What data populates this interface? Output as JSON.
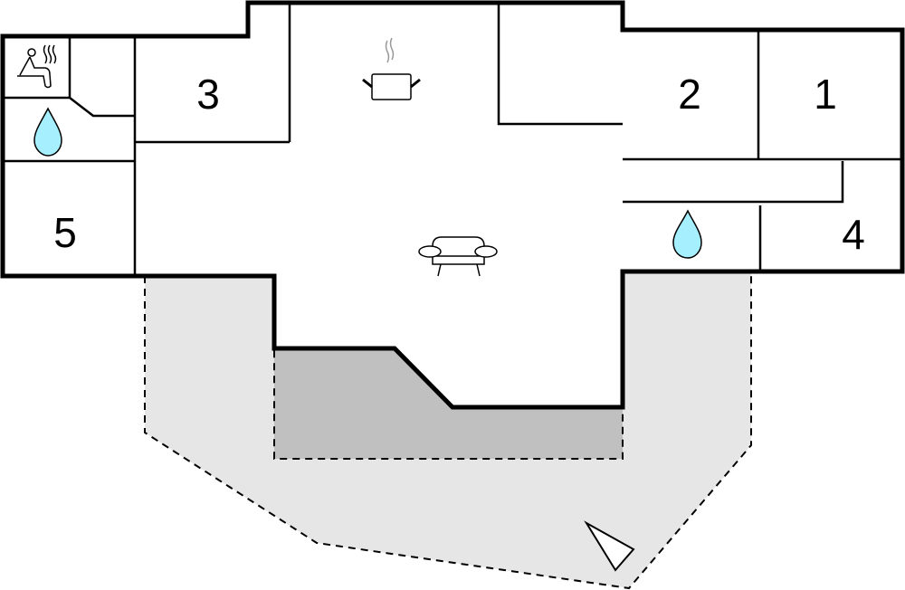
{
  "rooms": [
    {
      "id": "room-1",
      "label": "1"
    },
    {
      "id": "room-2",
      "label": "2"
    },
    {
      "id": "room-3",
      "label": "3"
    },
    {
      "id": "room-4",
      "label": "4"
    },
    {
      "id": "room-5",
      "label": "5"
    }
  ],
  "icons": [
    "sauna-icon",
    "bathroom-drop-icon",
    "kitchen-pot-icon",
    "living-sofa-icon",
    "north-arrow-icon"
  ],
  "colors": {
    "wall": "#000000",
    "terrace": "#e6e6e6",
    "covered_terrace": "#c0c0c0",
    "water": "#a5efff"
  }
}
